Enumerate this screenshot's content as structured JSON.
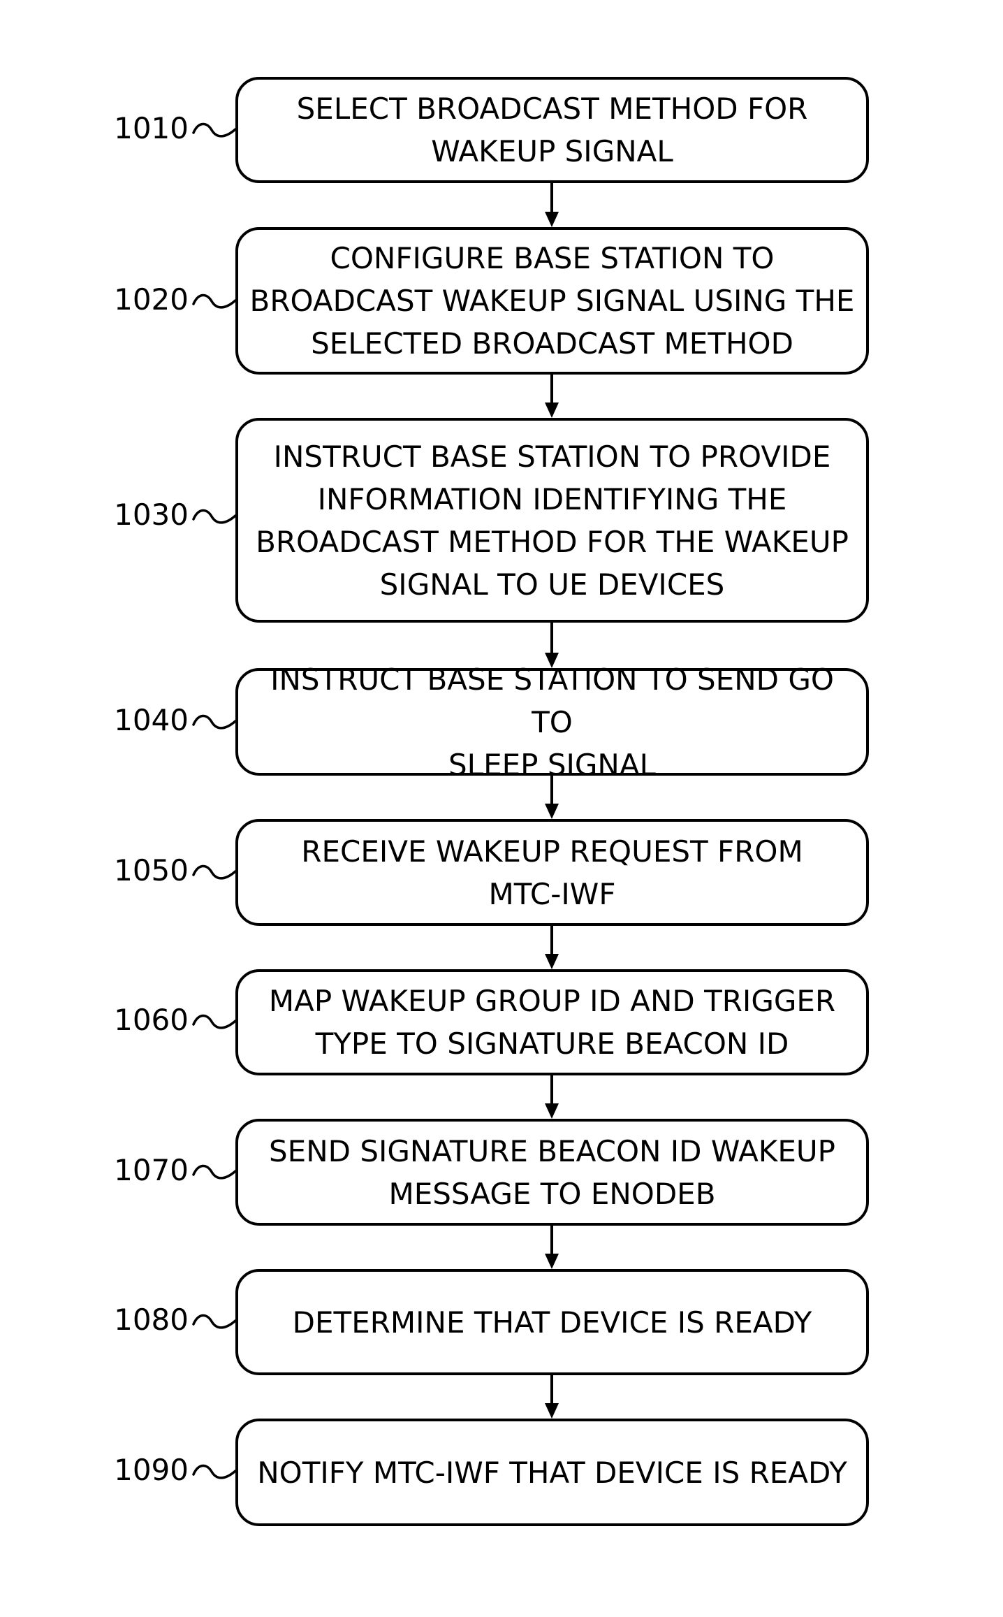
{
  "diagram": {
    "steps": [
      {
        "ref": "1010",
        "text": "SELECT BROADCAST METHOD FOR\nWAKEUP SIGNAL"
      },
      {
        "ref": "1020",
        "text": "CONFIGURE BASE STATION TO\nBROADCAST WAKEUP SIGNAL USING THE\nSELECTED BROADCAST METHOD"
      },
      {
        "ref": "1030",
        "text": "INSTRUCT BASE STATION TO PROVIDE\nINFORMATION IDENTIFYING THE\nBROADCAST METHOD FOR THE WAKEUP\nSIGNAL TO UE DEVICES"
      },
      {
        "ref": "1040",
        "text": "INSTRUCT BASE STATION TO SEND GO TO\nSLEEP SIGNAL"
      },
      {
        "ref": "1050",
        "text": "RECEIVE WAKEUP REQUEST FROM\nMTC-IWF"
      },
      {
        "ref": "1060",
        "text": "MAP WAKEUP GROUP ID AND TRIGGER\nTYPE TO SIGNATURE BEACON ID"
      },
      {
        "ref": "1070",
        "text": "SEND SIGNATURE BEACON ID WAKEUP\nMESSAGE TO ENODEB"
      },
      {
        "ref": "1080",
        "text": "DETERMINE THAT DEVICE IS READY"
      },
      {
        "ref": "1090",
        "text": "NOTIFY MTC-IWF THAT DEVICE IS READY"
      }
    ]
  }
}
